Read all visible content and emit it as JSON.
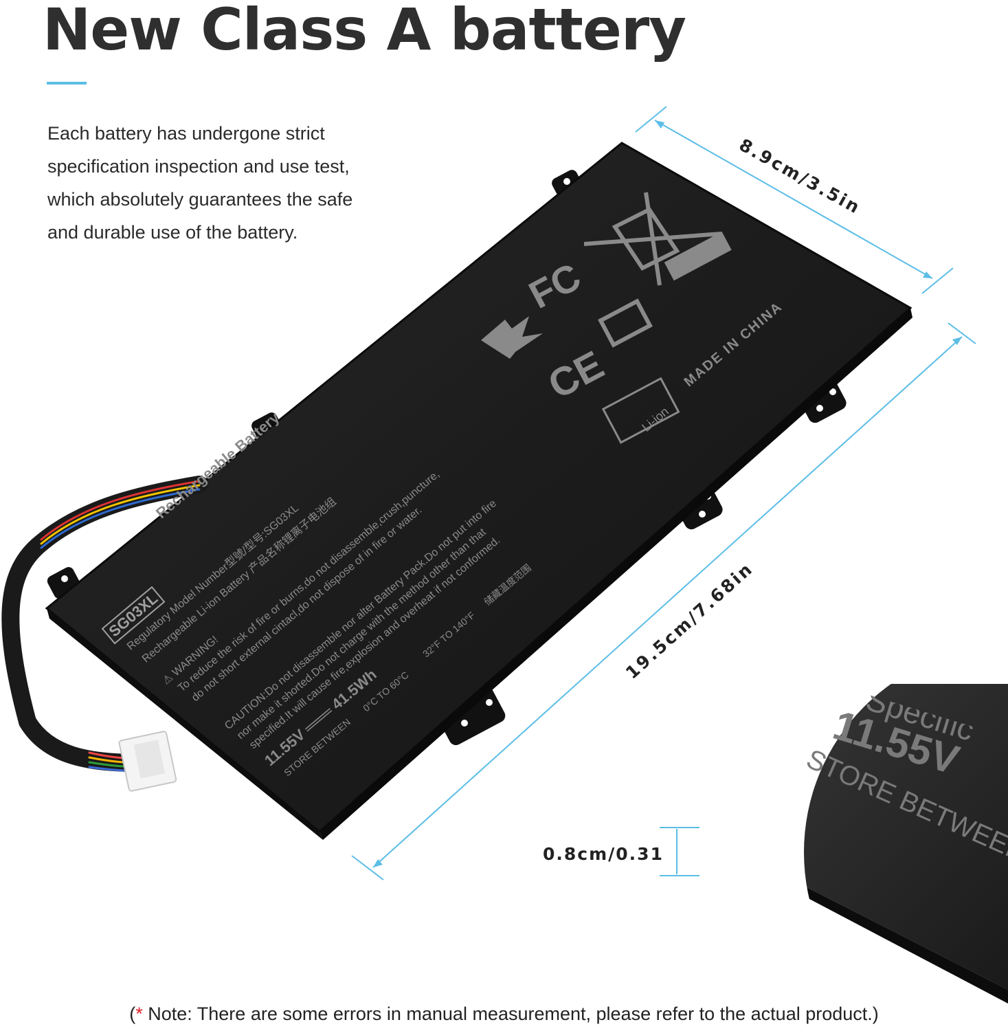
{
  "header": {
    "title": "New Class A battery"
  },
  "intro": {
    "lines": [
      "Each battery has undergone strict",
      "specification inspection and use test,",
      "which absolutely guarantees the safe",
      "and durable use of the battery."
    ]
  },
  "dimensions": {
    "width": "8.9cm/3.5in",
    "length": "19.5cm/7.68in",
    "thickness": "0.8cm/0.31"
  },
  "label": {
    "model_badge": "SG03XL",
    "product_type": "Rechargeable Battery",
    "regulatory_line": "Regulatory Model Number型號/型号:SG03XL",
    "chemistry_line": "Rechargeable Li-ion Battery  产品名称锂离子电池组",
    "warning_line": "⚠ WARNING!",
    "warning_text_1": "To reduce the risk of fire or burns,do not disassemble,crush,puncture,",
    "warning_text_2": "do not short external cintacl,do not dispose of in fire or water.",
    "caution_text_1": "CAUTION:Do not disassemble nor alter Battery Pack.Do not put into fire",
    "caution_text_2": "nor make it shorted.Do not charge with the method other than that",
    "caution_text_3": "specified.It will cause fire,explosion and overheat if not conformed.",
    "rating": "11.55V ═══ 41.5Wh",
    "store_between": "STORE BETWEEN",
    "temp_c": "0°C TO 60°C",
    "temp_f": "32°F TO 140°F",
    "storage_cn": "储藏温度范围",
    "made_in": "MADE IN CHINA",
    "li_ion": "Li-ion",
    "fc_mark": "FC",
    "ce_mark": "CE"
  },
  "zoom": {
    "voltage": "11.55V",
    "store_between": "STORE BETWEEN",
    "partial_text": "Specific"
  },
  "footnote": {
    "open": "(",
    "star": "*",
    "text": " Note: There are some errors in manual measurement, please refer to the actual product.)"
  },
  "colors": {
    "accent": "#5bbde6",
    "battery_body": "#1e1e1e",
    "label_text": "#8a8a8a",
    "headline": "#2f2f2f",
    "footnote_star": "#e0212b"
  },
  "icons": {
    "warning": "warning-triangle-icon",
    "fc": "fcc-mark-icon",
    "ce": "ce-mark-icon",
    "recycle": "recycle-icon",
    "bin": "crossed-out-bin-icon",
    "flame": "fire-hazard-icon",
    "liion": "li-ion-recycle-icon"
  }
}
